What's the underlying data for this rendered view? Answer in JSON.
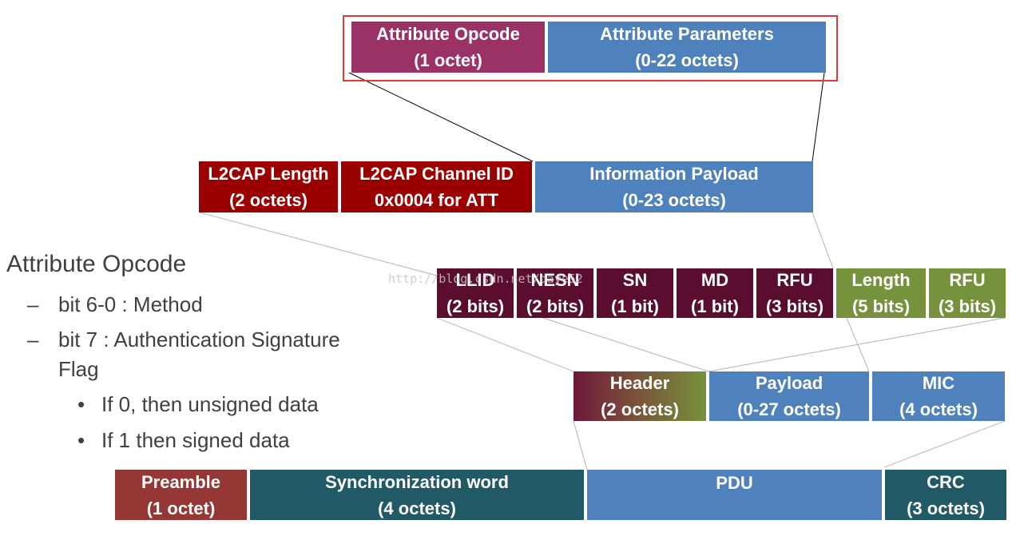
{
  "att_pdu": {
    "opcode": {
      "line1": "Attribute Opcode",
      "line2": "(1 octet)"
    },
    "parameters": {
      "line1": "Attribute Parameters",
      "line2": "(0-22 octets)"
    }
  },
  "l2cap": {
    "length": {
      "line1": "L2CAP Length",
      "line2": "(2 octets)"
    },
    "channel": {
      "line1": "L2CAP Channel ID",
      "line2": "0x0004 for ATT"
    },
    "payload": {
      "line1": "Information Payload",
      "line2": "(0-23 octets)"
    }
  },
  "header_fields": [
    {
      "line1": "LLID",
      "line2": "(2 bits)"
    },
    {
      "line1": "NESN",
      "line2": "(2 bits)"
    },
    {
      "line1": "SN",
      "line2": "(1 bit)"
    },
    {
      "line1": "MD",
      "line2": "(1 bit)"
    },
    {
      "line1": "RFU",
      "line2": "(3 bits)"
    },
    {
      "line1": "Length",
      "line2": "(5 bits)"
    },
    {
      "line1": "RFU",
      "line2": "(3 bits)"
    }
  ],
  "pdu": {
    "header": {
      "line1": "Header",
      "line2": "(2 octets)"
    },
    "payload": {
      "line1": "Payload",
      "line2": "(0-27 octets)"
    },
    "mic": {
      "line1": "MIC",
      "line2": "(4 octets)"
    }
  },
  "packet": {
    "preamble": {
      "line1": "Preamble",
      "line2": "(1 octet)"
    },
    "sync": {
      "line1": "Synchronization word",
      "line2": "(4 octets)"
    },
    "pdu": {
      "line1": "PDU"
    },
    "crc": {
      "line1": "CRC",
      "line2": "(3 octets)"
    }
  },
  "notes": {
    "title": "Attribute Opcode",
    "items": [
      {
        "marker": "–",
        "text": "bit 6-0 : Method"
      },
      {
        "marker": "–",
        "text": "bit 7 : Authentication Signature",
        "cont": "Flag"
      }
    ],
    "subitems": [
      {
        "marker": "•",
        "text": "If 0, then unsigned data"
      },
      {
        "marker": "•",
        "text": "If 1 then signed data"
      }
    ]
  },
  "watermark": "http://blog.csdn.net/daye52",
  "colors": {
    "opcode": "#9b3265",
    "blue": "#4f81bd",
    "l2cap_red": "#9a0000",
    "plum": "#5a0d2e",
    "green": "#76923c",
    "preamble": "#953735",
    "teal": "#215967",
    "highlight": "#e03b3b"
  }
}
